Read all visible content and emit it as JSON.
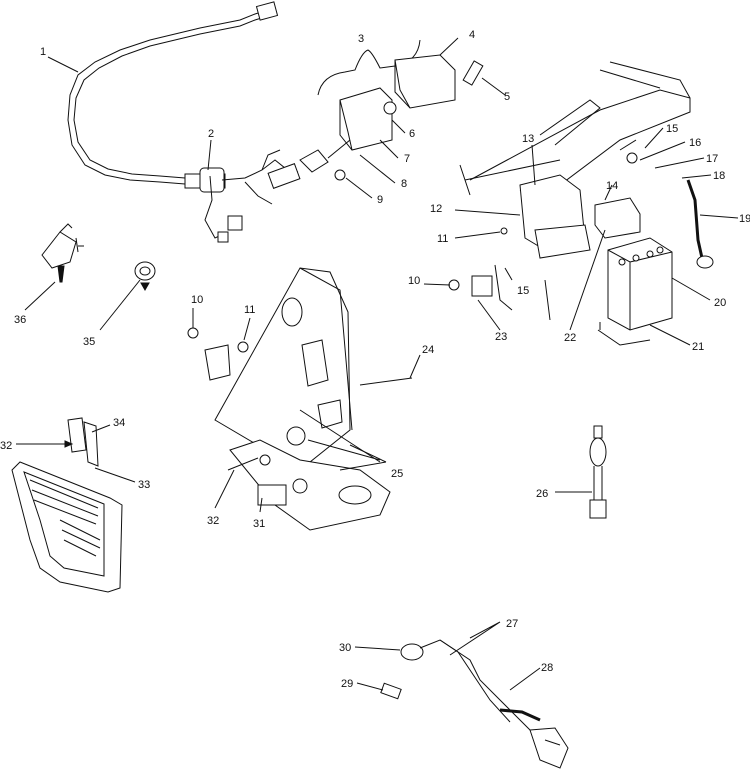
{
  "callouts": [
    {
      "id": "c1",
      "text": "1"
    },
    {
      "id": "c2",
      "text": "2"
    },
    {
      "id": "c3",
      "text": "3"
    },
    {
      "id": "c4",
      "text": "4"
    },
    {
      "id": "c5",
      "text": "5"
    },
    {
      "id": "c6",
      "text": "6"
    },
    {
      "id": "c7",
      "text": "7"
    },
    {
      "id": "c8",
      "text": "8"
    },
    {
      "id": "c9",
      "text": "9"
    },
    {
      "id": "c10a",
      "text": "10"
    },
    {
      "id": "c10b",
      "text": "10"
    },
    {
      "id": "c11a",
      "text": "11"
    },
    {
      "id": "c11b",
      "text": "11"
    },
    {
      "id": "c12",
      "text": "12"
    },
    {
      "id": "c13",
      "text": "13"
    },
    {
      "id": "c14",
      "text": "14"
    },
    {
      "id": "c15a",
      "text": "15"
    },
    {
      "id": "c15b",
      "text": "15"
    },
    {
      "id": "c16",
      "text": "16"
    },
    {
      "id": "c17",
      "text": "17"
    },
    {
      "id": "c18",
      "text": "18"
    },
    {
      "id": "c19",
      "text": "19"
    },
    {
      "id": "c20",
      "text": "20"
    },
    {
      "id": "c21",
      "text": "21"
    },
    {
      "id": "c22",
      "text": "22"
    },
    {
      "id": "c23",
      "text": "23"
    },
    {
      "id": "c24",
      "text": "24"
    },
    {
      "id": "c25",
      "text": "25"
    },
    {
      "id": "c26",
      "text": "26"
    },
    {
      "id": "c27",
      "text": "27"
    },
    {
      "id": "c28",
      "text": "28"
    },
    {
      "id": "c29",
      "text": "29"
    },
    {
      "id": "c30",
      "text": "30"
    },
    {
      "id": "c31",
      "text": "31"
    },
    {
      "id": "c32a",
      "text": "32"
    },
    {
      "id": "c32b",
      "text": "32"
    },
    {
      "id": "c33",
      "text": "33"
    },
    {
      "id": "c34",
      "text": "34"
    },
    {
      "id": "c35",
      "text": "35"
    },
    {
      "id": "c36",
      "text": "36"
    }
  ]
}
